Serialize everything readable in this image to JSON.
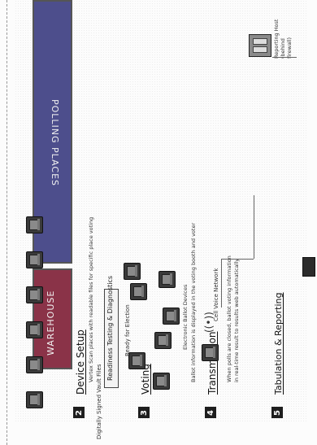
{
  "header": {
    "caption": "Digitally Signed Vault Files"
  },
  "bands": [
    {
      "label": "WAREHOUSE",
      "color": "#8a3348"
    },
    {
      "label": "POLLING PLACES",
      "color": "#4d4e8c"
    }
  ],
  "steps": [
    {
      "number": "2",
      "title": "Device Setup",
      "notes": [
        "Vertex Scan places with readable files for specific place voting"
      ]
    },
    {
      "number": "3",
      "title": "Voting",
      "notes": [
        "Electronic Ballot Devices",
        "Ballot information is displayed in the voting booth and voter"
      ]
    },
    {
      "number": "4",
      "title": "Transmission",
      "notes": [
        "Cell Voice Network",
        "When polls are closed, ballot voting information",
        "in real-time result to results web automatically"
      ]
    },
    {
      "number": "5",
      "title": "Tabulation & Reporting",
      "notes": []
    }
  ],
  "setup_box": {
    "line1": "Readiness Testing & Diagnostics",
    "line2": "Ready for Election"
  },
  "server": {
    "label": "Reporting Host (behind firewall)"
  },
  "icons": [
    "voting-device-icon",
    "wireless-signal-icon",
    "server-icon",
    "laptop-icon"
  ],
  "colors": {
    "warehouse": "#8a3348",
    "polling": "#4d4e8c",
    "ink": "#1e1e1e"
  }
}
